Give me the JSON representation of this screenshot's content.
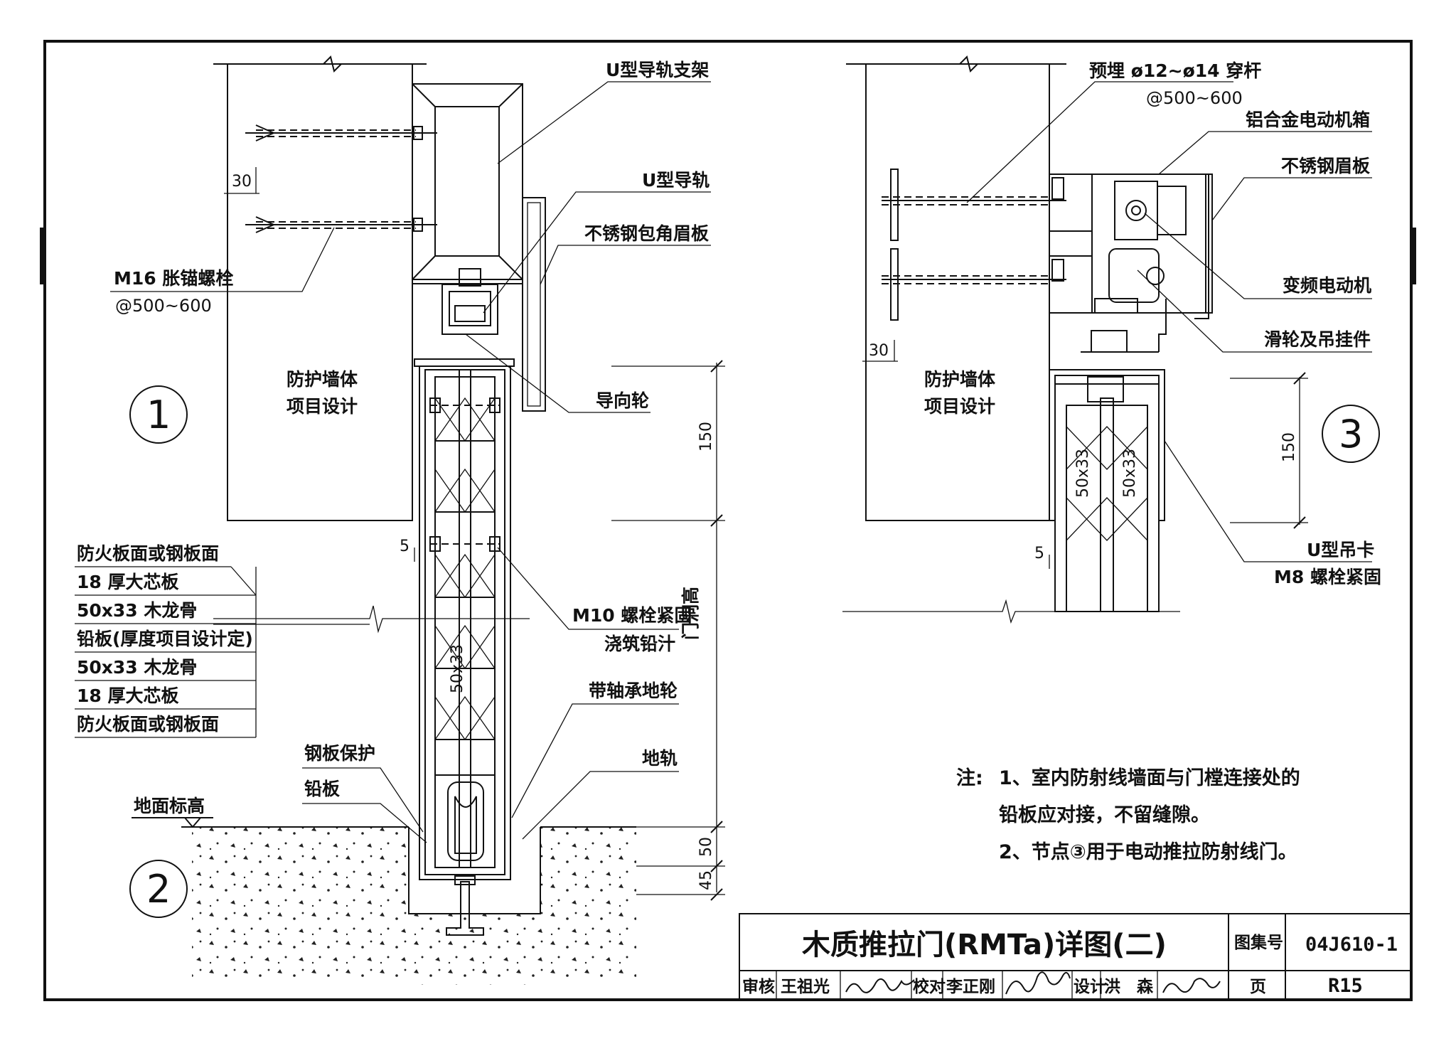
{
  "sheet": {
    "title": "木质推拉门(RMTa)详图(二)",
    "atlas_label": "图集号",
    "atlas_number": "04J610-1",
    "page_label": "页",
    "page_number": "R15",
    "review_label": "审核",
    "reviewer": "王祖光",
    "check_label": "校对",
    "checker": "李正刚",
    "design_label": "设计",
    "designer": "洪　森",
    "signature_reviewer": "王祖光",
    "signature_checker": "李正刚",
    "signature_designer": "洪森"
  },
  "nodes": [
    "1",
    "2",
    "3"
  ],
  "detail_left": {
    "labels": {
      "u_rail_bracket": "U型导轨支架",
      "u_rail": "U型导轨",
      "ss_corner_plate": "不锈钢包角眉板",
      "guide_wheel": "导向轮",
      "anchor_bolt": "M16 胀锚螺栓",
      "anchor_spacing": "@500~600",
      "wall": "防护墙体",
      "wall_sub": "项目设计",
      "m10_bolt": "M10 螺栓紧固",
      "lead_pour": "浇筑铅汁",
      "bearing_wheel": "带轴承地轮",
      "ground_rail": "地轨",
      "steel_protect": "钢板保护",
      "lead_plate": "铅板",
      "ground_level": "地面标高",
      "door_height": "门洞高",
      "stud_size": "50x33"
    },
    "dims": {
      "d30": "30",
      "d150": "150",
      "d5": "5",
      "d50": "50",
      "d45": "45"
    },
    "layers": [
      "防火板面或钢板面",
      "18 厚大芯板",
      "50x33 木龙骨",
      "铅板(厚度项目设计定)",
      "50x33 木龙骨",
      "18 厚大芯板",
      "防火板面或钢板面"
    ]
  },
  "detail_right": {
    "labels": {
      "embed_rod": "预埋 ø12~ø14 穿杆",
      "embed_spacing": "@500~600",
      "motor_box": "铝合金电动机箱",
      "ss_plate": "不锈钢眉板",
      "vf_motor": "变频电动机",
      "pulley": "滑轮及吊挂件",
      "wall": "防护墙体",
      "wall_sub": "项目设计",
      "u_clip": "U型吊卡",
      "m8_bolt": "M8 螺栓紧固",
      "stud_size": "50x33"
    },
    "dims": {
      "d30": "30",
      "d150": "150",
      "d5": "5"
    }
  },
  "notes": {
    "head": "注:",
    "n1a": "1、室内防射线墙面与门樘连接处的",
    "n1b": "铅板应对接，不留缝隙。",
    "n2": "2、节点③用于电动推拉防射线门。"
  }
}
